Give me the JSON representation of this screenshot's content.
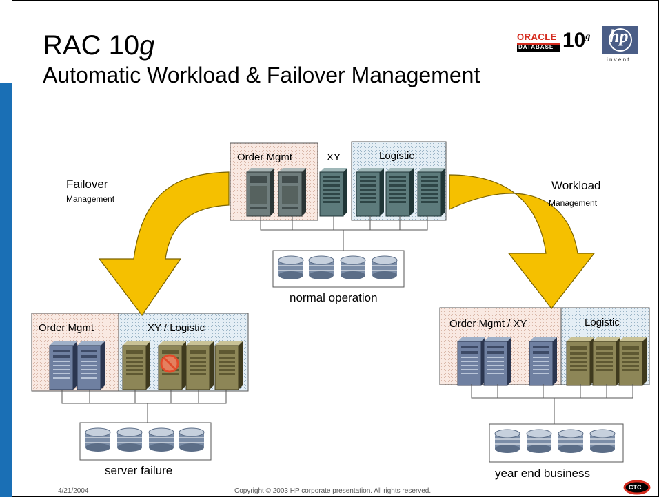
{
  "slide": {
    "title_main": "RAC 10",
    "title_g": "g",
    "subtitle": "Automatic Workload & Failover Management"
  },
  "logos": {
    "oracle_word": "ORACLE",
    "oracle_sub": "DATABASE",
    "oracle_version": "10",
    "oracle_sup": "g",
    "hp_mark": "hp",
    "hp_tagline": "i n v e n t"
  },
  "diagram": {
    "top": {
      "group_left": "Order Mgmt",
      "group_mid": "XY",
      "group_right": "Logistic",
      "caption": "normal operation"
    },
    "left": {
      "group_left": "Order Mgmt",
      "group_right": "XY / Logistic",
      "caption": "server failure"
    },
    "right": {
      "group_left": "Order Mgmt / XY",
      "group_right": "Logistic",
      "caption": "year end business"
    },
    "arrow_left_title": "Failover",
    "arrow_left_sub": "Management",
    "arrow_right_title": "Workload",
    "arrow_right_sub": "Management"
  },
  "footer": {
    "date": "4/21/2004",
    "copyright": "Copyright © 2003 HP corporate presentation. All rights reserved.",
    "badge": "CTC"
  },
  "colors": {
    "blue_bar": "#1a6fb5",
    "arrow_yellow": "#f5c000",
    "pink_panel": "#f7e3da",
    "blue_panel": "#dde9f1",
    "server_blue": "#6d7d9c",
    "server_gray": "#6b7b7b",
    "server_teal": "#5e7c7d",
    "server_olive": "#8c8456"
  }
}
